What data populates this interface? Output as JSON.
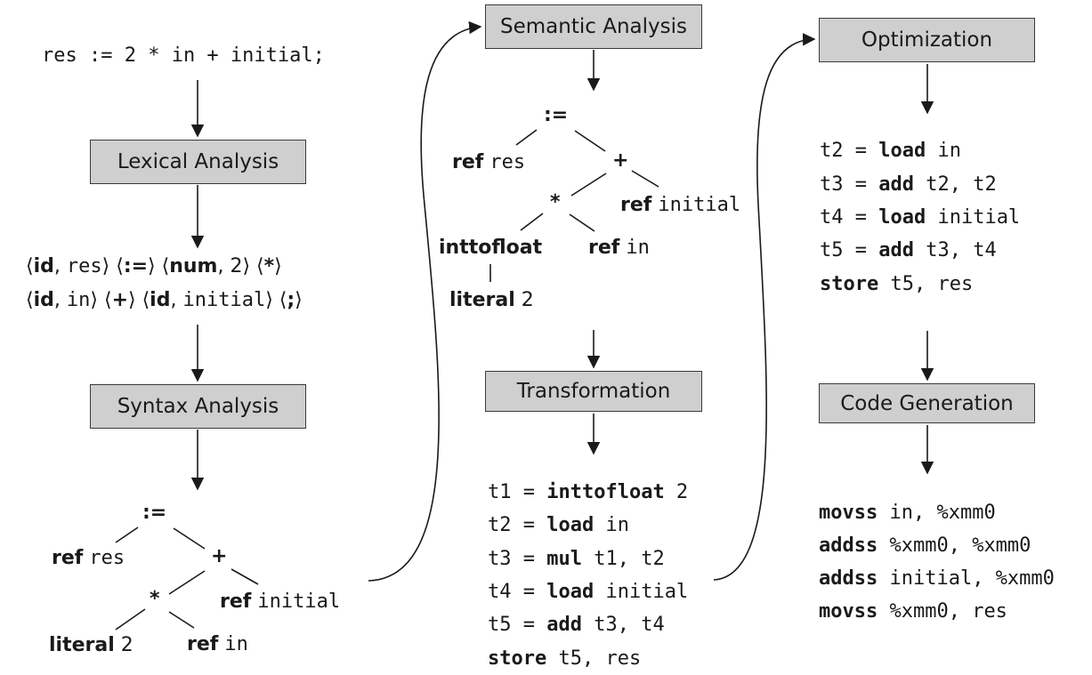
{
  "source_code": "res := 2 * in + initial;",
  "stages": {
    "lexical": "Lexical Analysis",
    "syntax": "Syntax Analysis",
    "semantic": "Semantic Analysis",
    "transformation": "Transformation",
    "optimization": "Optimization",
    "codegen": "Code Generation"
  },
  "tokens": {
    "line1": [
      {
        "kw": "id",
        "val": "res"
      },
      {
        "kw": ":=",
        "val": ""
      },
      {
        "kw": "num",
        "val": "2"
      },
      {
        "kw": "*",
        "val": ""
      }
    ],
    "line2": [
      {
        "kw": "id",
        "val": "in"
      },
      {
        "kw": "+",
        "val": ""
      },
      {
        "kw": "id",
        "val": "initial"
      },
      {
        "kw": ";",
        "val": ""
      }
    ]
  },
  "syntax_tree": {
    "assign": ":=",
    "ref_res_kw": "ref",
    "ref_res_val": "res",
    "plus": "+",
    "mul": "*",
    "ref_initial_kw": "ref",
    "ref_initial_val": "initial",
    "literal_kw": "literal",
    "literal_val": "2",
    "ref_in_kw": "ref",
    "ref_in_val": "in"
  },
  "semantic_tree": {
    "assign": ":=",
    "ref_res_kw": "ref",
    "ref_res_val": "res",
    "plus": "+",
    "mul": "*",
    "ref_initial_kw": "ref",
    "ref_initial_val": "initial",
    "inttofloat": "inttofloat",
    "ref_in_kw": "ref",
    "ref_in_val": "in",
    "literal_kw": "literal",
    "literal_val": "2"
  },
  "transformation_code": [
    {
      "pre": "t1 = ",
      "op": "inttofloat",
      "args": " 2"
    },
    {
      "pre": "t2 = ",
      "op": "load",
      "args": " in"
    },
    {
      "pre": "t3 = ",
      "op": "mul",
      "args": " t1, t2"
    },
    {
      "pre": "t4 = ",
      "op": "load",
      "args": " initial"
    },
    {
      "pre": "t5 = ",
      "op": "add",
      "args": " t3, t4"
    },
    {
      "pre": "",
      "op": "store",
      "args": " t5, res"
    }
  ],
  "optimization_code": [
    {
      "pre": "t2 = ",
      "op": "load",
      "args": " in"
    },
    {
      "pre": "t3 = ",
      "op": "add",
      "args": " t2, t2"
    },
    {
      "pre": "t4 = ",
      "op": "load",
      "args": " initial"
    },
    {
      "pre": "t5 = ",
      "op": "add",
      "args": " t3, t4"
    },
    {
      "pre": "",
      "op": "store",
      "args": " t5, res"
    }
  ],
  "codegen_code": [
    {
      "pre": "",
      "op": "movss",
      "args": " in, %xmm0"
    },
    {
      "pre": "",
      "op": "addss",
      "args": " %xmm0, %xmm0"
    },
    {
      "pre": "",
      "op": "addss",
      "args": " initial, %xmm0"
    },
    {
      "pre": "",
      "op": "movss",
      "args": " %xmm0, res"
    }
  ]
}
